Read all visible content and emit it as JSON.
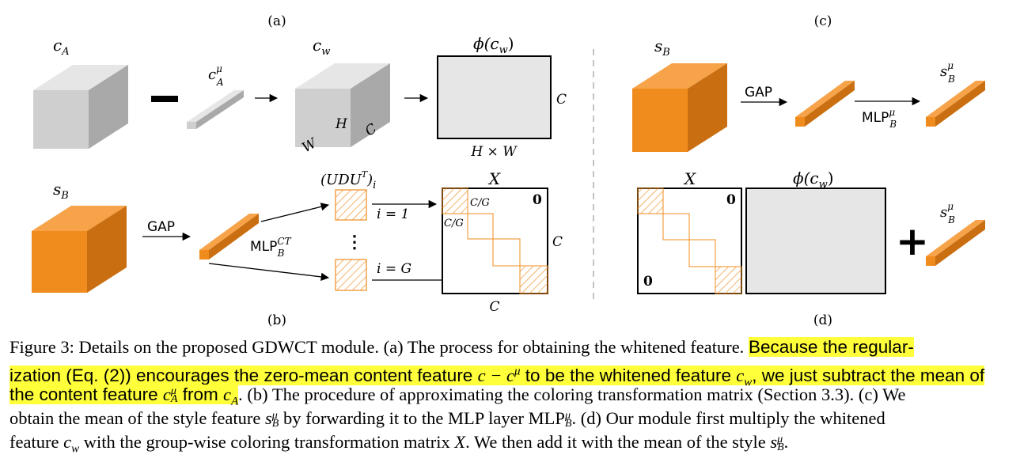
{
  "panels": {
    "a": "(a)",
    "b": "(b)",
    "c": "(c)",
    "d": "(d)"
  },
  "labels": {
    "cA": "c",
    "cA_sub": "A",
    "cA_mu": "c",
    "cA_mu_sup": "μ",
    "cA_mu_sub": "A",
    "cw": "c",
    "cw_sub": "w",
    "phi_cw": "ϕ(c",
    "phi_cw_sub": "w",
    "phi_close": ")",
    "H": "H",
    "W": "W",
    "C": "C",
    "HxW": "H × W",
    "sB": "s",
    "sB_sub": "B",
    "GAP": "GAP",
    "MLP": "MLP",
    "MLP_sup_ct": "CT",
    "MLP_sup_mu": "μ",
    "MLP_sub": "B",
    "UDU": "(UDU",
    "UDU_T": "T",
    "UDU_close": ")",
    "UDU_i": "i",
    "i1": "i = 1",
    "iG": "i = G",
    "X": "X",
    "zero": "0",
    "CG": "C/G",
    "sBmu": "s",
    "sBmu_sup": "μ",
    "sBmu_sub": "B",
    "minus": "−",
    "plus": "+",
    "dots": "⋮"
  },
  "colors": {
    "orange": "#f08c1e",
    "orange_dark": "#c96f12",
    "orange_light": "#f6a34a",
    "gray": "#cfcfcf",
    "gray_dark": "#a9a9a9",
    "gray_light": "#e6e6e6",
    "highlight": "#ffff3a"
  },
  "caption": {
    "l1a": "Figure 3: Details on the proposed GDWCT module. (a) The process for obtaining the whitened feature.",
    "l1b": "Because the regular-",
    "l2a": "ization (Eq. (2)) encourages the zero-mean content feature",
    "l2b": "c − c",
    "l2c": "μ",
    "l2d": "to be the whitened feature",
    "l2e": "c",
    "l2f": "w",
    "l2g": ", we just subtract the mean of",
    "l3a": "the content feature",
    "l3b": "c",
    "l3c": "μ",
    "l3d": "A",
    "l3e": "from",
    "l3f": "c",
    "l3g": "A",
    "l3h": ".",
    "l3i": "(b) The procedure of approximating the coloring transformation matrix (Section 3.3). (c) We",
    "l4a": "obtain the mean of the style feature",
    "l4b": "s",
    "l4c": "μ",
    "l4d": "B",
    "l4e": "by forwarding it to the MLP layer MLP",
    "l4f": "μ",
    "l4g": "B",
    "l4h": ". (d) Our module first multiply the whitened",
    "l5a": "feature",
    "l5b": "c",
    "l5c": "w",
    "l5d": "with the group-wise coloring transformation matrix",
    "l5e": "X",
    "l5f": ". We then add it with the mean of the style",
    "l5g": "s",
    "l5h": "μ",
    "l5i": "B",
    "l5j": "."
  }
}
